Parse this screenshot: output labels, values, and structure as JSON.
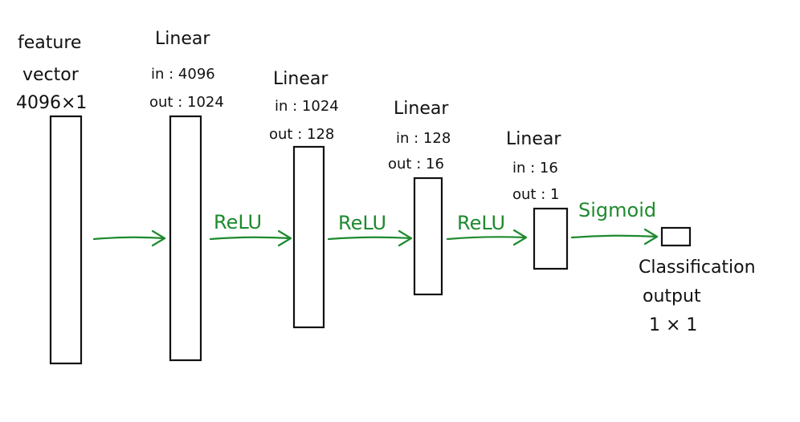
{
  "colors": {
    "ink": "#111111",
    "activation": "#1e8a2e",
    "background": "#ffffff"
  },
  "input": {
    "lines": [
      "feature",
      "vector",
      "4096×1"
    ]
  },
  "layers": [
    {
      "name": "Linear",
      "in": "in : 4096",
      "out": "out : 1024"
    },
    {
      "name": "Linear",
      "in": "in : 1024",
      "out": "out : 128"
    },
    {
      "name": "Linear",
      "in": "in : 128",
      "out": "out : 16"
    },
    {
      "name": "Linear",
      "in": "in : 16",
      "out": "out : 1"
    }
  ],
  "activations": [
    "ReLU",
    "ReLU",
    "ReLU",
    "Sigmoid"
  ],
  "output": {
    "lines": [
      "Classification",
      "output",
      "1 × 1"
    ]
  }
}
